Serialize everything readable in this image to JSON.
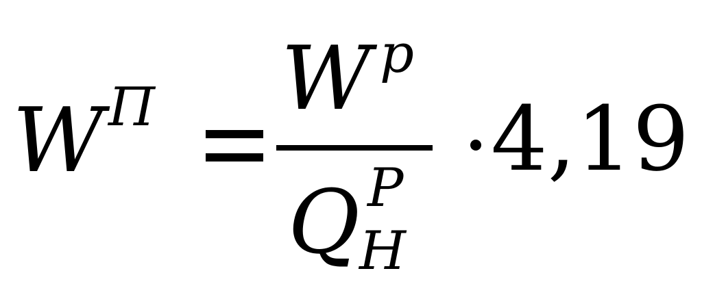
{
  "formula": {
    "lhs": {
      "base": "W",
      "superscript": "П"
    },
    "operator": "=",
    "fraction": {
      "numerator": {
        "base": "W",
        "superscript": "p"
      },
      "denominator": {
        "base": "Q",
        "superscript": "P",
        "subscript": "H"
      }
    },
    "multiplier": {
      "operator": "·",
      "value": "4,19"
    }
  }
}
